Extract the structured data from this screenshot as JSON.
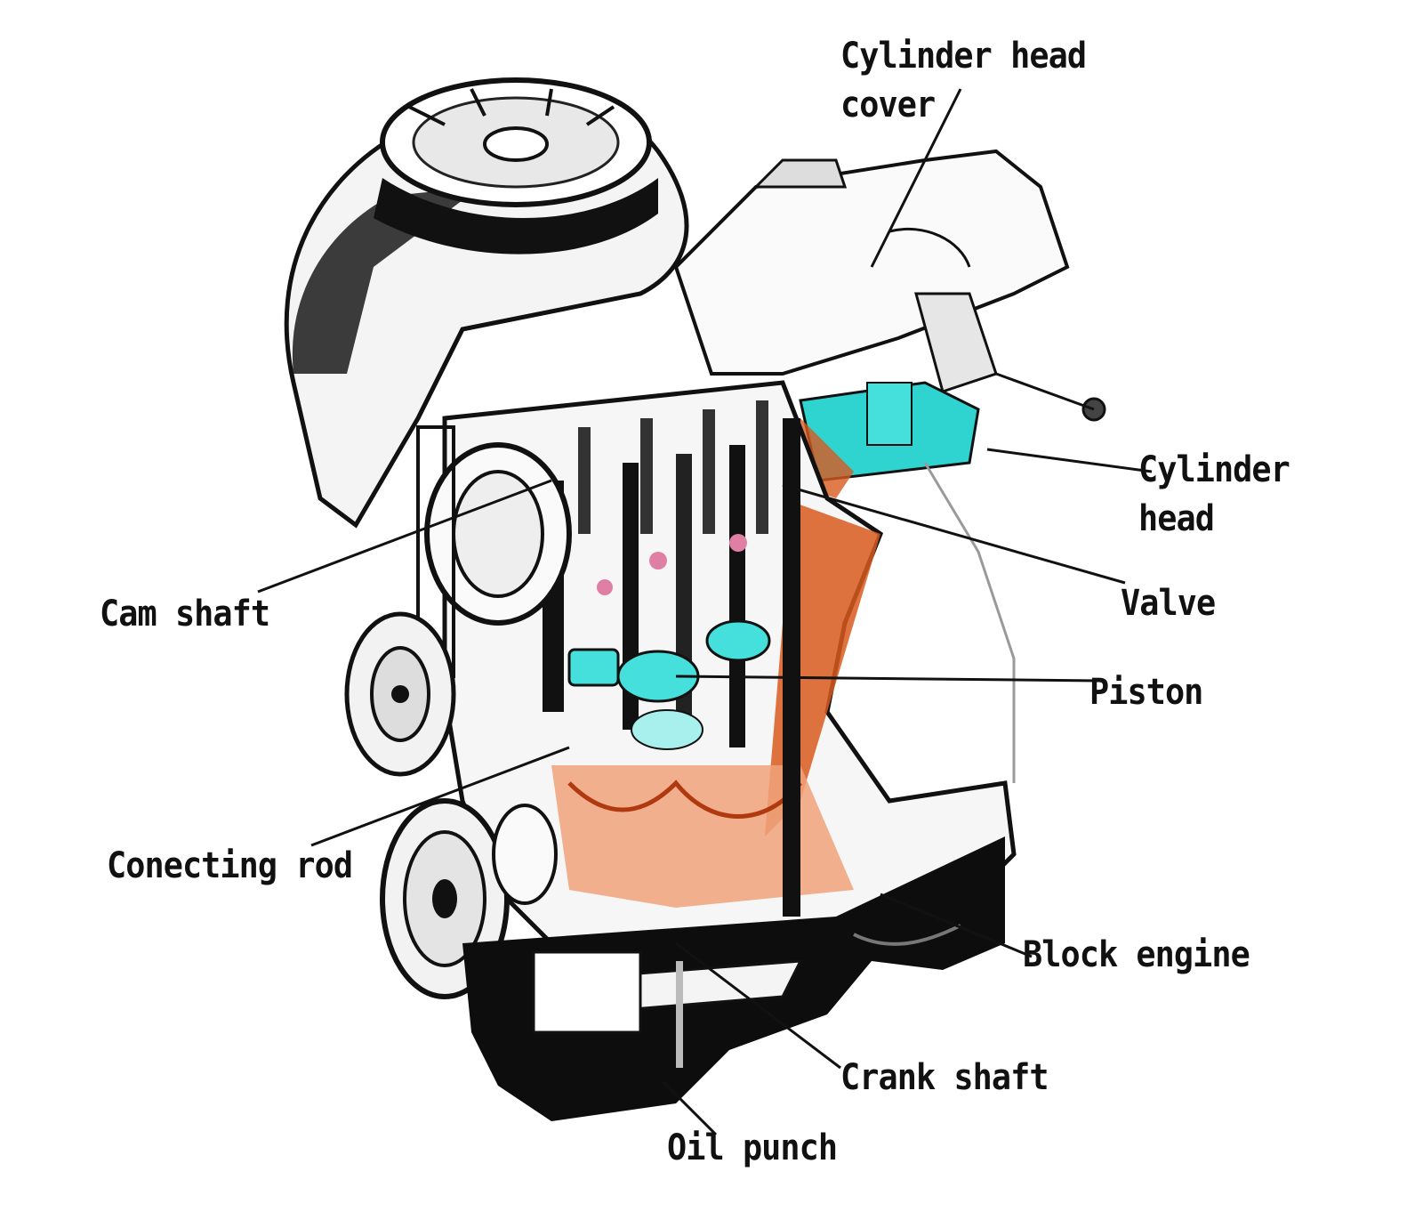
{
  "diagram": {
    "labels": {
      "cylinder_head_cover_line1": "Cylinder head",
      "cylinder_head_cover_line2": "cover",
      "cylinder_head_line1": "Cylinder",
      "cylinder_head_line2": "head",
      "valve": "Valve",
      "piston": "Piston",
      "cam_shaft": "Cam shaft",
      "conecting_rod": "Conecting rod",
      "block_engine": "Block engine",
      "crank_shaft": "Crank shaft",
      "oil_punch": "Oil punch"
    },
    "colors": {
      "text": "#111111",
      "ink": "#111111",
      "accent_cyan": "#2fd3cf",
      "accent_orange": "#d85a1e",
      "accent_salmon": "#f0a27a",
      "accent_gray": "#9a9a9a"
    }
  }
}
